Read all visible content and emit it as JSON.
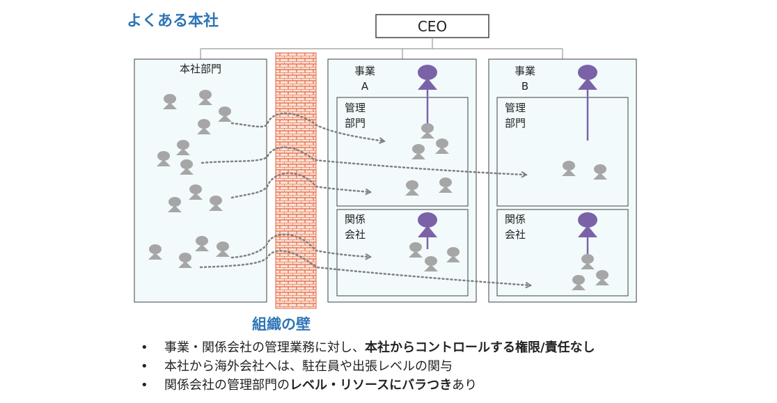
{
  "title": "よくある本社",
  "ceo": "CEO",
  "hq": {
    "label": "本社部門"
  },
  "wall": {
    "label": "組織の壁"
  },
  "business_a": {
    "label_line1": "事業",
    "label_line2": "A",
    "admin_line1": "管理",
    "admin_line2": "部門",
    "affiliate_line1": "関係",
    "affiliate_line2": "会社"
  },
  "business_b": {
    "label_line1": "事業",
    "label_line2": "B",
    "admin_line1": "管理",
    "admin_line2": "部門",
    "affiliate_line1": "関係",
    "affiliate_line2": "会社"
  },
  "colors": {
    "title": "#2e75b6",
    "box_fill": "#f2fafc",
    "leader": "#7b62a8",
    "staff": "#a6a6a6",
    "arrow": "#7f7f7f",
    "brick": "#e5653f"
  },
  "bullets": [
    {
      "text": "事業・関係会社の管理業務に対し、",
      "bold": "本社からコントロールする権限/責任なし",
      "tail": ""
    },
    {
      "text": "本社から海外会社へは、駐在員や出張レベルの関与",
      "bold": "",
      "tail": ""
    },
    {
      "text": "関係会社の管理部門の",
      "bold": "レベル・リソースにバラつき",
      "tail": "あり"
    }
  ]
}
